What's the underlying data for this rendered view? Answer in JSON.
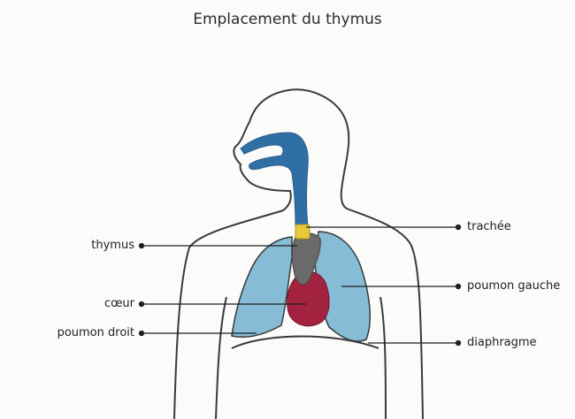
{
  "title": "Emplacement du thymus",
  "labels": {
    "thymus": "thymus",
    "coeur": "cœur",
    "poumon_droit": "poumon droit",
    "trachee": "trachée",
    "poumon_gauche": "poumon gauche",
    "diaphragme": "diaphragme"
  },
  "colors": {
    "airway": "#2f6fa6",
    "trachea": "#e8c93a",
    "thymus": "#6a6a6a",
    "lungs": "#86bcd6",
    "heart": "#a3223f",
    "outline": "#3a3a3a"
  }
}
